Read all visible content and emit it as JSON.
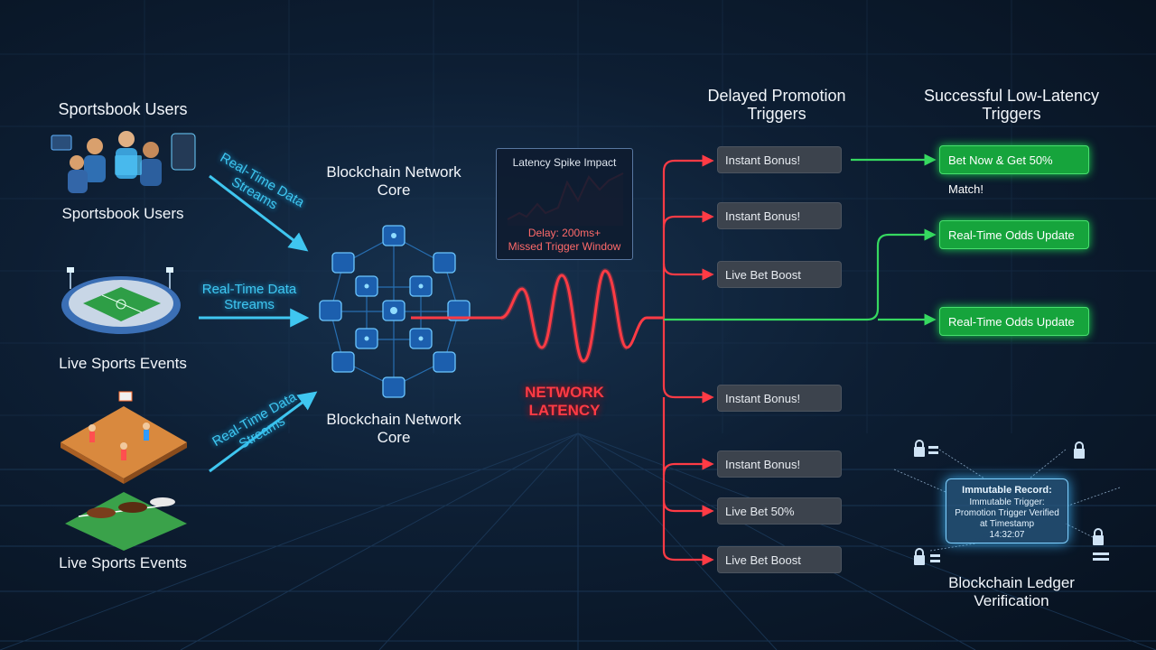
{
  "left": {
    "top_title": "Sportsbook Users",
    "users_label": "Sportsbook Users",
    "stadium_label": "Live Sports Events",
    "sports_label": "Live Sports Events"
  },
  "streams": {
    "top": "Real-Time Data Streams",
    "middle": "Real-Time Data Streams",
    "bottom": "Real-Time Data Streams"
  },
  "core": {
    "top_label": "Blockchain Network Core",
    "bottom_label": "Blockchain Network Core"
  },
  "spike_panel": {
    "title": "Latency Spike Impact",
    "delay": "Delay: 200ms+",
    "missed": "Missed Trigger Window"
  },
  "latency_label": "NETWORK LATENCY",
  "delayed": {
    "heading": "Delayed Promotion Triggers",
    "items": [
      "Instant Bonus!",
      "Instant Bonus!",
      "Live Bet Boost",
      "Instant Bonus!",
      "Instant Bonus!",
      "Live Bet 50%",
      "Live Bet Boost"
    ]
  },
  "success": {
    "heading": "Successful Low-Latency Triggers",
    "items": [
      "Bet Now & Get 50% Match!",
      "Real-Time Odds Update",
      "Real-Time Odds Update"
    ]
  },
  "ledger": {
    "record_title": "Immutable Record:",
    "record_line1": "Immutable Trigger:",
    "record_line2": "Promotion Trigger Verified",
    "record_line3": "at Timestamp",
    "record_time": "14:32:07",
    "label": "Blockchain Ledger Verification"
  },
  "colors": {
    "accent_blue": "#3fc6f0",
    "latency_red": "#ff3b45",
    "success_green": "#16a43c",
    "delayed_gray": "#3c434d"
  }
}
